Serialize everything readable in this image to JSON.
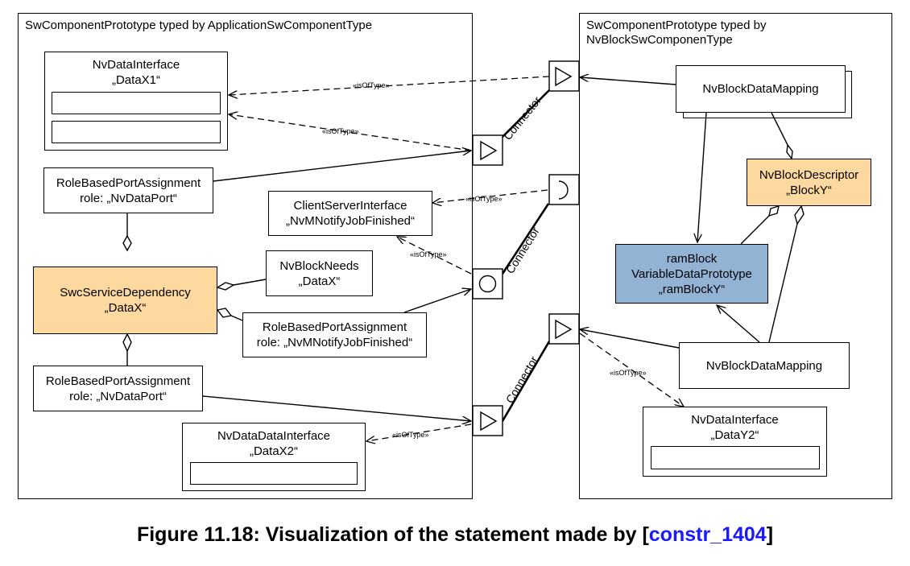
{
  "frames": {
    "left_title": "SwComponentPrototype typed by ApplicationSwComponentType",
    "right_title_line1": "SwComponentPrototype typed by",
    "right_title_line2": "NvBlockSwComponenType"
  },
  "nodes": {
    "nvdata_x1": {
      "line1": "NvDataInterface",
      "line2": "„DataX1“"
    },
    "rbpa_top": {
      "line1": "RoleBasedPortAssignment",
      "line2": "role: „NvDataPort“"
    },
    "csi": {
      "line1": "ClientServerInterface",
      "line2": "„NvMNotifyJobFinished“"
    },
    "needs": {
      "line1": "NvBlockNeeds",
      "line2": "„DataX“"
    },
    "swc_dep": {
      "line1": "SwcServiceDependency",
      "line2": "„DataX“"
    },
    "rbpa_mid": {
      "line1": "RoleBasedPortAssignment",
      "line2": "role: „NvMNotifyJobFinished“"
    },
    "rbpa_bot": {
      "line1": "RoleBasedPortAssignment",
      "line2": "role: „NvDataPort“"
    },
    "nvdata_x2": {
      "line1": "NvDataDataInterface",
      "line2": "„DataX2“"
    },
    "mapping_top": {
      "line1": "NvBlockDataMapping"
    },
    "descriptor": {
      "line1": "NvBlockDescriptor",
      "line2": "„BlockY“"
    },
    "ramblock": {
      "line1": "ramBlock",
      "line2": "VariableDataPrototype",
      "line3": "„ramBlockY“"
    },
    "mapping_bot": {
      "line1": "NvBlockDataMapping"
    },
    "nvdata_y2": {
      "line1": "NvDataInterface",
      "line2": "„DataY2“"
    }
  },
  "edge_labels": {
    "is_of_type": "«isOfType»",
    "connector": "Connector"
  },
  "caption": {
    "prefix": "Figure 11.18: Visualization of the statement made by [",
    "ref": "constr_1404",
    "suffix": "]"
  }
}
